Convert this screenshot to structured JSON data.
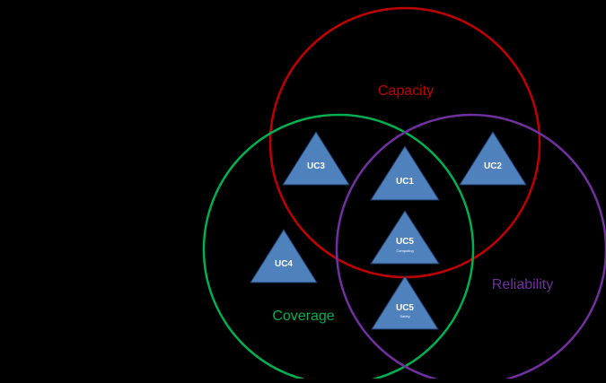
{
  "sets": {
    "capacity": {
      "label": "Capacity",
      "color": "#c00000"
    },
    "coverage": {
      "label": "Coverage",
      "color": "#00b050"
    },
    "reliability": {
      "label": "Reliability",
      "color": "#7030a0"
    }
  },
  "use_cases": {
    "uc1": {
      "label": "UC1",
      "sublabel": ""
    },
    "uc2": {
      "label": "UC2",
      "sublabel": ""
    },
    "uc3": {
      "label": "UC3",
      "sublabel": ""
    },
    "uc4": {
      "label": "UC4",
      "sublabel": ""
    },
    "uc5_computing": {
      "label": "UC5",
      "sublabel": "Computing"
    },
    "uc5_safety": {
      "label": "UC5",
      "sublabel": "Safety"
    }
  },
  "triangle_color": "#4f81bd",
  "triangle_border": "#1f3864",
  "background": "#000000"
}
